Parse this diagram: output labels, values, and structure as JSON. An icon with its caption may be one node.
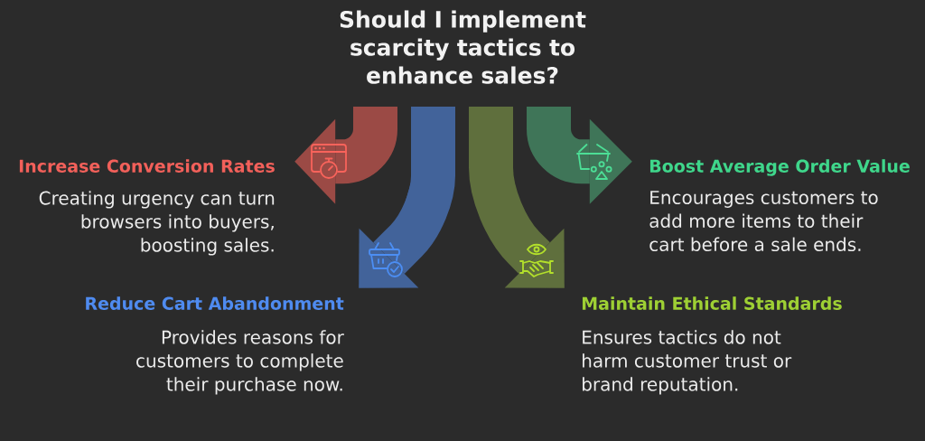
{
  "diagram": {
    "nodes": [
      {
        "text": [
          "Should I implement scarcity tactics to enhance sales?"
        ]
      },
      {
        "text": [
          "Increase Conversion Rates",
          "Creating urgency can turn browsers into buyers, boosting sales."
        ]
      },
      {
        "text": [
          "Boost Average Order Value",
          "Encourages customers to add more items to their cart before a sale ends."
        ]
      },
      {
        "text": [
          "Reduce Cart Abandonment",
          "Provides reasons for customers to complete their purchase now."
        ]
      },
      {
        "text": [
          "Maintain Ethical Standards",
          "Ensures tactics do not harm customer trust or brand reputation."
        ]
      }
    ],
    "edges": [
      {
        "from": 0,
        "to": 1,
        "arrow": "to",
        "color": "#9b4a45"
      },
      {
        "from": 0,
        "to": 3,
        "arrow": "to",
        "color": "#42639a"
      },
      {
        "from": 0,
        "to": 4,
        "arrow": "to",
        "color": "#5f6f3d"
      },
      {
        "from": 0,
        "to": 2,
        "arrow": "to",
        "color": "#3f7558"
      }
    ]
  }
}
